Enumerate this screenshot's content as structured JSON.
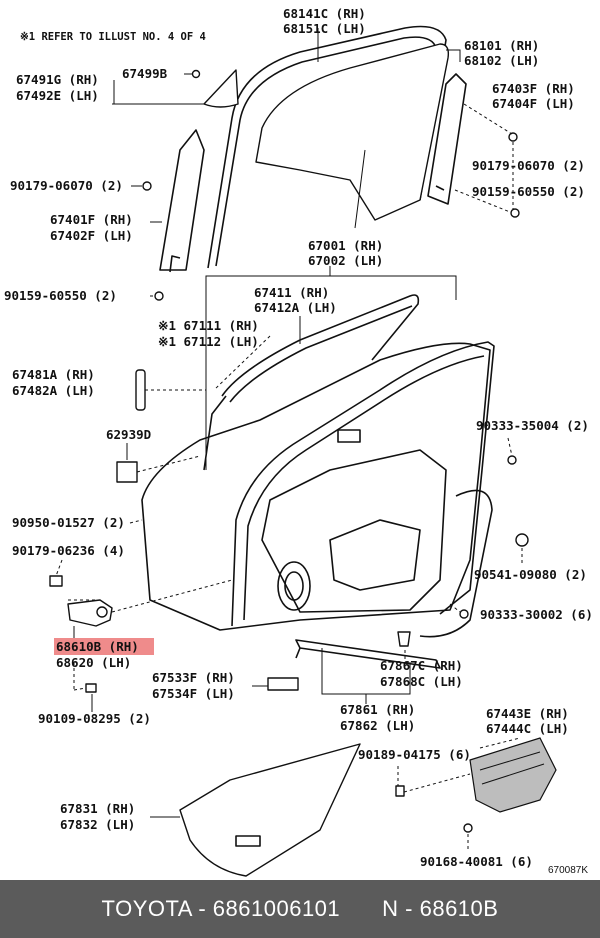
{
  "note": "※1 REFER TO ILLUST NO. 4 OF 4",
  "labels": {
    "p68141c": "68141C (RH)",
    "p68151c": "68151C (LH)",
    "p68101": "68101 (RH)",
    "p68102": "68102 (LH)",
    "p67491g": "67491G (RH)",
    "p67499b": "67499B",
    "p67492e": "67492E (LH)",
    "p67403f": "67403F (RH)",
    "p67404f": "67404F (LH)",
    "p90179_06070a": "90179-06070 (2)",
    "p90179_06070b": "90179-06070 (2)",
    "p90159_60550a": "90159-60550 (2)",
    "p67401f": "67401F (RH)",
    "p67402f": "67402F (LH)",
    "p67001": "67001 (RH)",
    "p67002": "67002 (LH)",
    "p90159_60550b": "90159-60550 (2)",
    "p67411": "67411 (RH)",
    "p67412a": "67412A (LH)",
    "p67111": "※1 67111 (RH)",
    "p67112": "※1 67112 (LH)",
    "p67481a": "67481A (RH)",
    "p67482a": "67482A (LH)",
    "p62939d": "62939D",
    "p90333_35004": "90333-35004 (2)",
    "p90950_01527": "90950-01527 (2)",
    "p90179_06236": "90179-06236 (4)",
    "p90541_09080": "90541-09080 (2)",
    "p90333_30002": "90333-30002 (6)",
    "p68610b": "68610B (RH)",
    "p68620": "68620 (LH)",
    "p67867c": "67867C (RH)",
    "p67868c": "67868C (LH)",
    "p67533f": "67533F (RH)",
    "p67534f": "67534F (LH)",
    "p90109_08295": "90109-08295 (2)",
    "p67861": "67861 (RH)",
    "p67862": "67862 (LH)",
    "p67443e": "67443E (RH)",
    "p67444c": "67444C (LH)",
    "p90189_04175": "90189-04175 (6)",
    "p67831": "67831 (RH)",
    "p67832": "67832 (LH)",
    "p90168_40081": "90168-40081 (6)"
  },
  "illustration_ref": "670087K",
  "highlight_color": "#ef8b8b",
  "footer": {
    "left": "TOYOTA - 6861006101",
    "right": "N - 68610B"
  }
}
